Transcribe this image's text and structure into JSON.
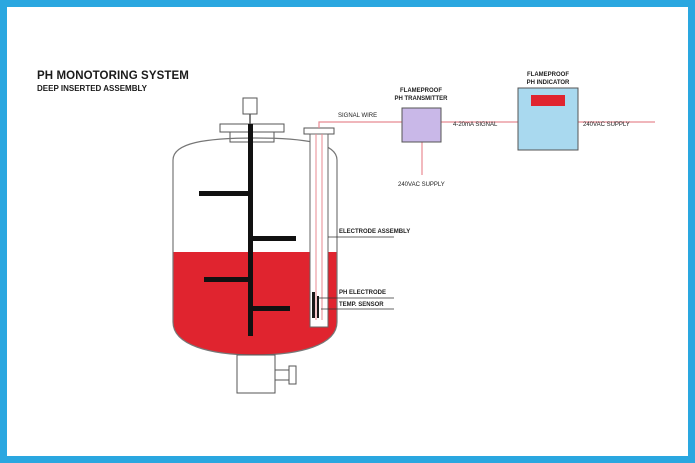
{
  "header": {
    "title": "PH MONOTORING SYSTEM",
    "subtitle": "DEEP INSERTED ASSEMBLY"
  },
  "labels": {
    "signal_wire": "SIGNAL WIRE",
    "transmitter_line1": "FLAMEPROOF",
    "transmitter_line2": "PH TRANSMITTER",
    "current_signal": "4-20mA SIGNAL",
    "indicator_line1": "FLAMEPROOF",
    "indicator_line2": "PH INDICATOR",
    "indicator_supply": "240VAC SUPPLY",
    "transmitter_supply": "240VAC SUPPLY",
    "electrode_assembly": "ELECTRODE ASSEMBLY",
    "ph_electrode": "PH ELECTRODE",
    "temp_sensor": "TEMP. SENSOR"
  },
  "colors": {
    "frame": "#2aa7e0",
    "liquid": "#e0242f",
    "signal_line": "#e88a92",
    "transmitter_box": "#c9b8e8",
    "indicator_box": "#a9d9ef",
    "indicator_display": "#e0242f",
    "agitator": "#111111"
  }
}
